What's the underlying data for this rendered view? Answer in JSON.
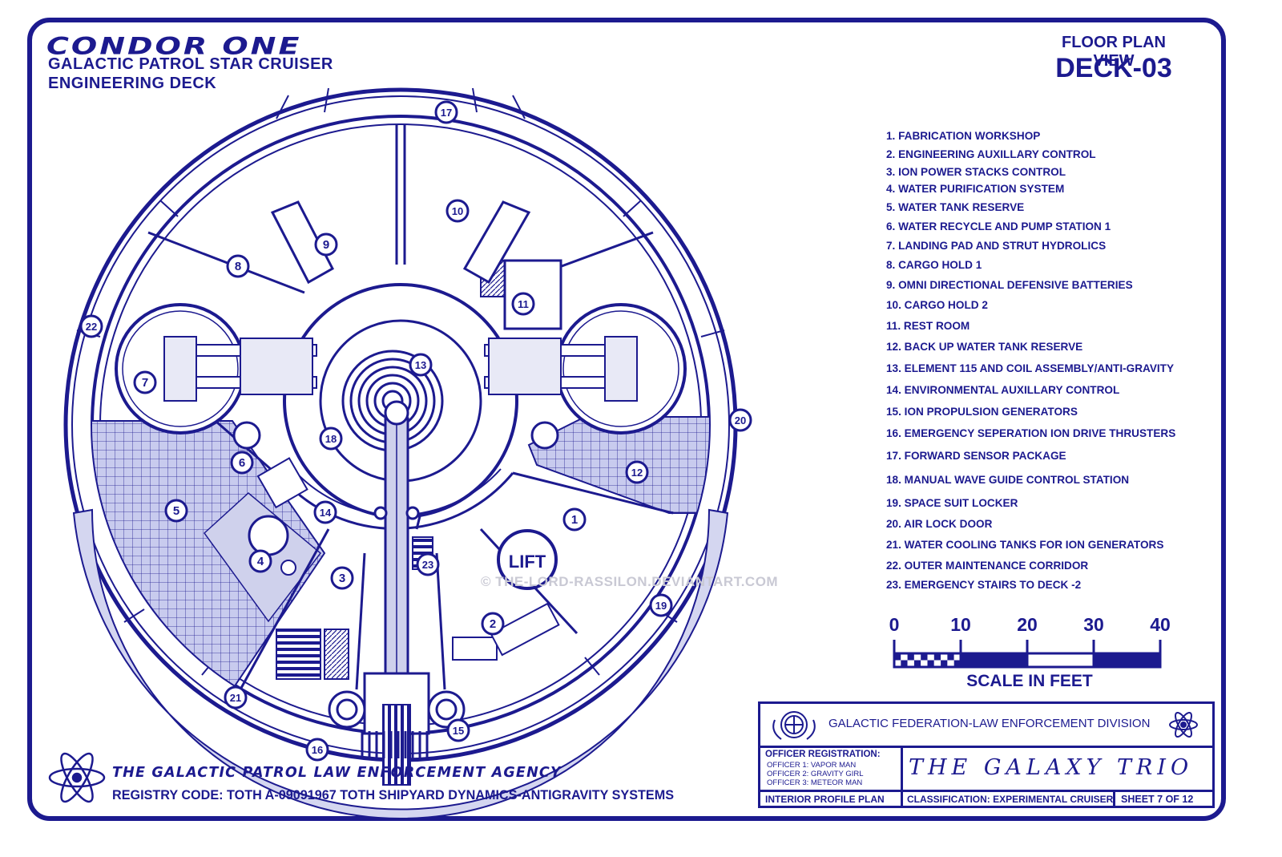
{
  "title": {
    "name": "CONDOR ONE",
    "subtitle": "GALACTIC PATROL STAR CRUISER",
    "deck_name": "ENGINEERING DECK"
  },
  "view": {
    "label": "FLOOR PLAN VIEW",
    "deck": "DECK-03"
  },
  "legend": [
    "1. FABRICATION WORKSHOP",
    "2. ENGINEERING AUXILLARY CONTROL",
    "3. ION POWER STACKS CONTROL",
    "4. WATER PURIFICATION SYSTEM",
    "5. WATER TANK RESERVE",
    "6. WATER RECYCLE AND PUMP STATION 1",
    "7. LANDING PAD AND STRUT HYDROLICS",
    "8. CARGO HOLD 1",
    "9. OMNI DIRECTIONAL DEFENSIVE BATTERIES",
    "10. CARGO HOLD 2",
    "11. REST ROOM",
    "12. BACK UP WATER TANK RESERVE",
    "13. ELEMENT 115 AND COIL ASSEMBLY/ANTI-GRAVITY",
    "14. ENVIRONMENTAL AUXILLARY CONTROL",
    "15. ION PROPULSION GENERATORS",
    "16. EMERGENCY SEPERATION ION DRIVE THRUSTERS",
    "17. FORWARD SENSOR PACKAGE",
    "18. MANUAL WAVE GUIDE CONTROL STATION",
    "19. SPACE SUIT LOCKER",
    "20. AIR LOCK DOOR",
    "21. WATER COOLING TANKS FOR ION GENERATORS",
    "22. OUTER MAINTENANCE CORRIDOR",
    "23. EMERGENCY STAIRS TO DECK -2"
  ],
  "scale": {
    "ticks": [
      "0",
      "10",
      "20",
      "30",
      "40"
    ],
    "label": "SCALE IN FEET"
  },
  "plan_labels": {
    "lift": "LIFT",
    "markers": [
      "1",
      "2",
      "3",
      "4",
      "5",
      "6",
      "7",
      "8",
      "9",
      "10",
      "11",
      "12",
      "13",
      "14",
      "15",
      "16",
      "17",
      "18",
      "19",
      "20",
      "21",
      "22",
      "23"
    ]
  },
  "title_block": {
    "division": "GALACTIC FEDERATION-LAW ENFORCEMENT DIVISION",
    "officer_heading": "OFFICER REGISTRATION:",
    "officers": [
      "OFFICER 1: VAPOR MAN",
      "OFFICER 2: GRAVITY GIRL",
      "OFFICER 3: METEOR MAN"
    ],
    "signature": "THE GALAXY TRIO",
    "plan_type": "INTERIOR PROFILE PLAN",
    "classification": "CLASSIFICATION: EXPERIMENTAL CRUISER",
    "sheet": "SHEET 7 OF 12"
  },
  "footer": {
    "agency": "THE GALACTIC PATROL LAW ENFORCEMENT AGENCY",
    "registry": "REGISTRY CODE: TOTH A-09091967  TOTH SHIPYARD DYNAMICS-ANTIGRAVITY SYSTEMS"
  },
  "watermark": "© THE-LORD-RASSILON.DEVIANTART.COM",
  "colors": {
    "line": "#1c1a8f",
    "grid_fill": "#c8cbee",
    "shade_fill": "#cfd1ec",
    "corridor_fill": "#d4d6f0"
  }
}
